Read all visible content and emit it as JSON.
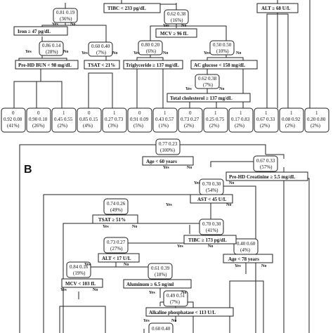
{
  "panel_b": {
    "label": "B"
  },
  "panel_a": {
    "nodes": {
      "n019": {
        "l1": "0.81 0.19",
        "l2": "(36%)"
      },
      "n038": {
        "l1": "0.62 0.38",
        "l2": "(16%)"
      },
      "n8614": {
        "l1": "0.86 0.14",
        "l2": "(28%)"
      },
      "n6040": {
        "l1": "0.60 0.40",
        "l2": "(7%)"
      },
      "n8020": {
        "l1": "0.80 0.20",
        "l2": "(6%)"
      },
      "n5050": {
        "l1": "0.50 0.50",
        "l2": "(10%)"
      },
      "n6238": {
        "l1": "0.62 0.38",
        "l2": "(7%)"
      }
    },
    "splits": {
      "tibc": "TIBC < 233 pg/dL",
      "alt": "ALT ≥ 68 U/L",
      "iron": "Iron ≥ 47 pg/dL",
      "mcv": "MCV ≥ 96 fL",
      "bun": "Pre-HD BUN < 98 mg/dL",
      "tsat": "TSAT < 21%",
      "trig": "Triglyceride ≥ 137 mg/dL",
      "gluc": "AC glucose < 158 mg/dL",
      "chol": "Total cholesterol ≥ 137 mg/dL"
    },
    "leaves": [
      {
        "a": "0",
        "b": "0.92 0.08",
        "c": "(41%)"
      },
      {
        "a": "0",
        "b": "0.90 0.10",
        "c": "(26%)"
      },
      {
        "a": "1",
        "b": "0.45 0.55",
        "c": "(2%)"
      },
      {
        "a": "0",
        "b": "0.85 0.15",
        "c": "(4%)"
      },
      {
        "a": "1",
        "b": "0.27 0.73",
        "c": "(3%)"
      },
      {
        "a": "0",
        "b": "0.91 0.09",
        "c": "(5%)"
      },
      {
        "a": "1",
        "b": "0.43 0.57",
        "c": "(1%)"
      },
      {
        "a": "0",
        "b": "0.73 0.27",
        "c": "(2%)"
      },
      {
        "a": "1",
        "b": "0.25 0.75",
        "c": "(2%)"
      },
      {
        "a": "1",
        "b": "0.17 0.83",
        "c": "(2%)"
      },
      {
        "a": "1",
        "b": "0.67 0.33",
        "c": "(2%)"
      },
      {
        "a": "1",
        "b": "0.08 0.92",
        "c": "(2%)"
      },
      {
        "a": "1",
        "b": "0.20 0.80",
        "c": "(2%)"
      }
    ]
  },
  "panel_b_tree": {
    "nodes": {
      "root": {
        "l1": "0.77 0.23",
        "l2": "(100%)"
      },
      "n6733": {
        "l1": "0.67 0.33",
        "l2": "(57%)"
      },
      "n7030": {
        "l1": "0.70 0.30",
        "l2": "(54%)"
      },
      "n7426": {
        "l1": "0.74 0.26",
        "l2": "(49%)"
      },
      "n7030b": {
        "l1": "0.70 0.30",
        "l2": "(41%)"
      },
      "n7327": {
        "l1": "0.73 0.27",
        "l2": "(27%)"
      },
      "n4060": {
        "l1": "0.40 0.60",
        "l2": "(4%)"
      },
      "n8416": {
        "l1": "0.84 0.16",
        "l2": "(19%)"
      },
      "n6139": {
        "l1": "0.61 0.39",
        "l2": "(18%)"
      },
      "n4951": {
        "l1": "0.49 0.51",
        "l2": "(7%)"
      },
      "n6040b": {
        "l1": "0.60 0.40",
        "l2": ""
      }
    },
    "splits": {
      "age60": "Age < 60 years",
      "creat": "Pre-HD Creatinine ≥ 5.5 mg/dL",
      "ast": "AST < 45 U/L",
      "tsat": "TSAT ≥ 51%",
      "tibc": "TIBC ≥ 173 pg/dL",
      "alt": "ALT < 17 U/L",
      "age78": "Age < 78 years",
      "mcv": "MCV < 103 fL",
      "alum": "Aluminum ≥ 6.5 ng/ml",
      "alp": "Alkaline phosphatase < 113 U/L"
    }
  },
  "labels": {
    "yes": "Yes",
    "no": "No"
  }
}
